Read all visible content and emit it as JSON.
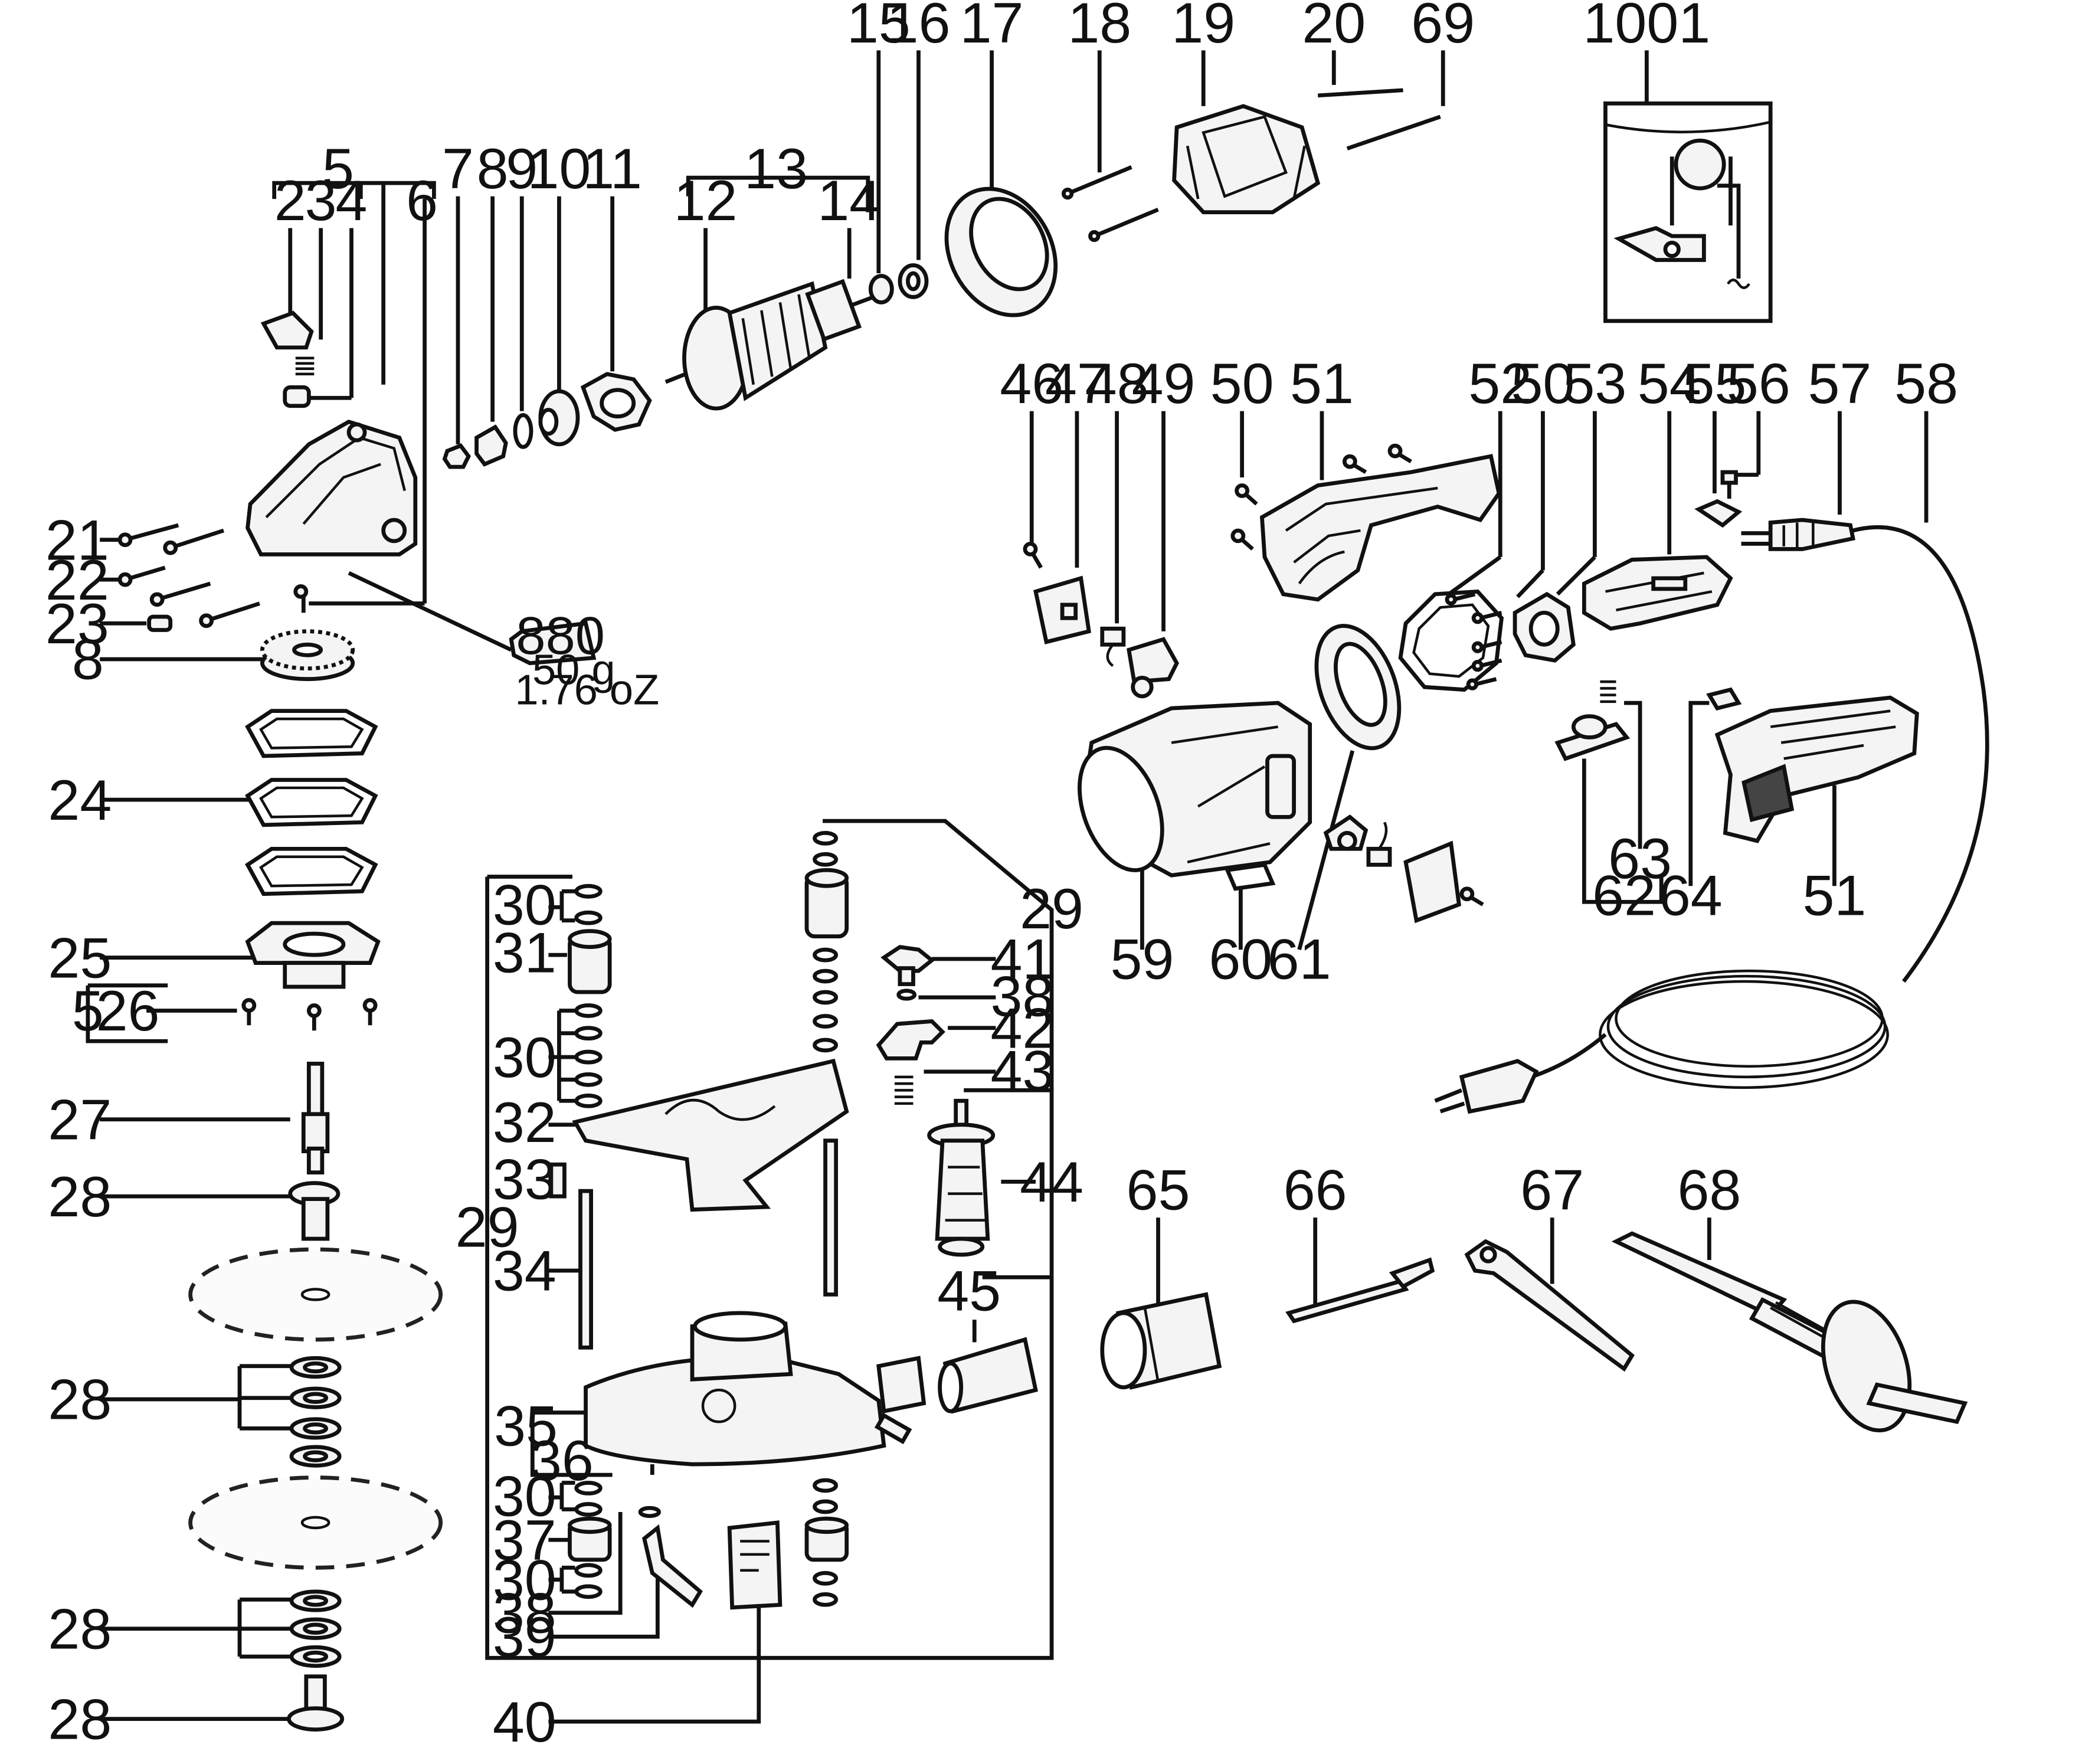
{
  "diagram": {
    "labels": [
      "1001",
      "13",
      "12",
      "14",
      "15",
      "16",
      "17",
      "18",
      "19",
      "20",
      "69",
      "5",
      "2",
      "3",
      "4",
      "6",
      "7",
      "8",
      "9",
      "10",
      "11",
      "21",
      "22",
      "23",
      "24",
      "25",
      "26",
      "27",
      "28",
      "29",
      "30",
      "31",
      "32",
      "33",
      "34",
      "35",
      "36",
      "37",
      "38",
      "39",
      "40",
      "41",
      "42",
      "43",
      "44",
      "45",
      "46",
      "47",
      "48",
      "49",
      "50",
      "51",
      "52",
      "53",
      "54",
      "55",
      "56",
      "57",
      "58",
      "59",
      "60",
      "61",
      "62",
      "63",
      "64",
      "65",
      "66",
      "67",
      "68"
    ],
    "grease_tube": {
      "code": "880",
      "weight": "50 g",
      "weight_oz": "1.76 oZ"
    }
  }
}
